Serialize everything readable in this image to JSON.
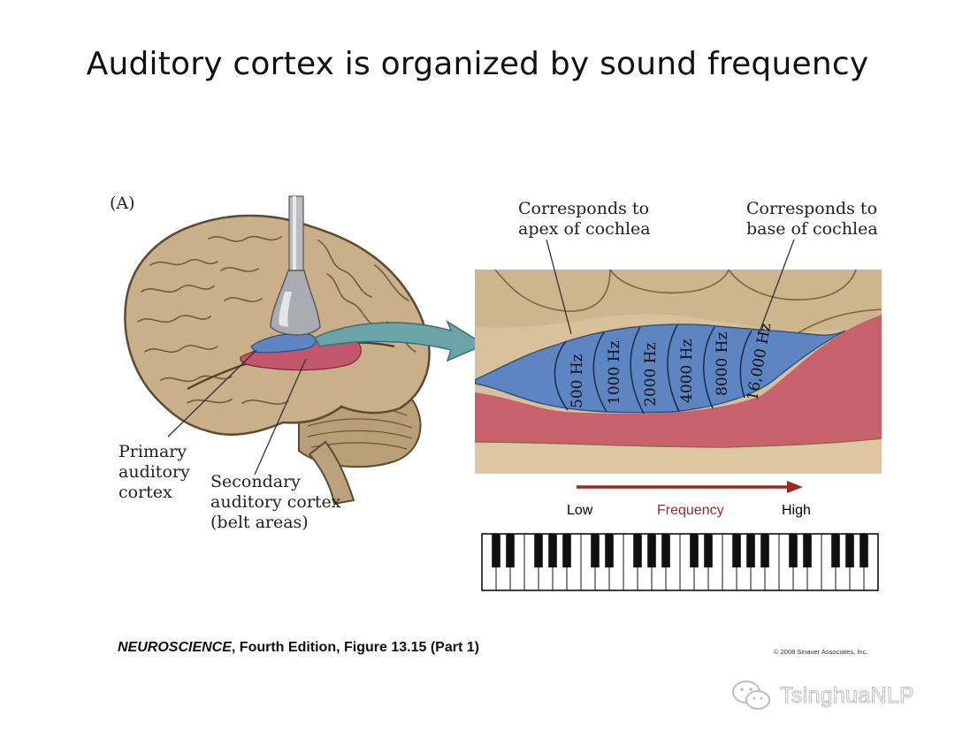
{
  "slide": {
    "title": "Auditory cortex is organized by sound frequency"
  },
  "figure": {
    "panel_label": "(A)",
    "callouts": {
      "apex": [
        "Corresponds to",
        "apex of cochlea"
      ],
      "base": [
        "Corresponds to",
        "base of cochlea"
      ],
      "primary": [
        "Primary",
        "auditory",
        "cortex"
      ],
      "secondary": [
        "Secondary",
        "auditory cortex",
        "(belt areas)"
      ]
    },
    "frequency_bands": [
      "500 Hz",
      "1000 Hz",
      "2000 Hz",
      "4000 Hz",
      "8000 Hz",
      "16,000 Hz"
    ],
    "frequency_axis": {
      "low": "Low",
      "label": "Frequency",
      "high": "High"
    },
    "piano": {
      "white_keys": 28
    }
  },
  "caption": {
    "book": "NEUROSCIENCE",
    "rest": ", Fourth Edition, Figure 13.15 (Part 1)"
  },
  "copyright": "© 2008 Sinauer Associates, Inc.",
  "watermark": "TsinghuaNLP",
  "colors": {
    "brain": "#c9b08a",
    "primary_cortex": "#5d85c2",
    "secondary_cortex": "#c2566b",
    "frequency_arrow": "#9b2b22",
    "pointer_arrow": "#6aa3a8"
  }
}
